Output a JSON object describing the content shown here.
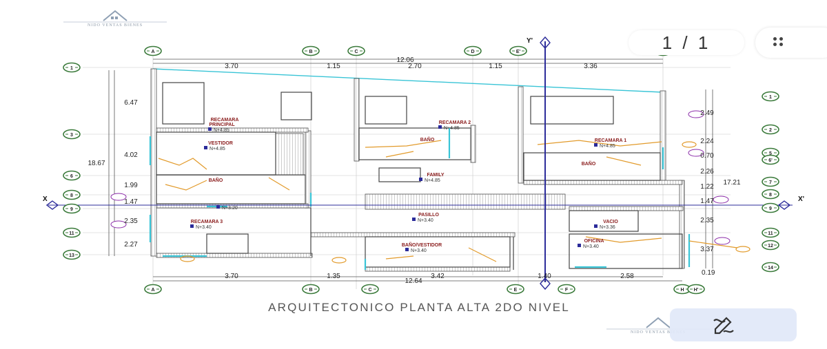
{
  "viewer": {
    "page_indicator": "1 / 1",
    "menu_icon": "more-options-icon",
    "edit_icon": "markup-edit-icon"
  },
  "logo": {
    "text": "NIDO VENTAS BIENES"
  },
  "plan": {
    "title": "ARQUITECTONICO PLANTA ALTA 2DO NIVEL",
    "axis_labels": {
      "y_top": "Y'",
      "x_left": "X",
      "x_right": "X'"
    },
    "top_grid": [
      "A",
      "B",
      "C",
      "D",
      "E'",
      "G"
    ],
    "bottom_grid": [
      "A",
      "B",
      "C",
      "E",
      "F",
      "H",
      "H'"
    ],
    "left_grid": [
      "1",
      "3",
      "6",
      "8",
      "9",
      "11",
      "13"
    ],
    "right_grid": [
      "1",
      "2",
      "5",
      "6'",
      "7",
      "8",
      "9",
      "11",
      "12",
      "14"
    ],
    "top_dims": {
      "overall": "12.06",
      "segments": [
        "3.70",
        "1.15",
        "2.70",
        "1.15",
        "3.36"
      ]
    },
    "bottom_dims": {
      "overall": "12.64",
      "segments": [
        "3.70",
        "1.35",
        "3.42",
        "1.40",
        "2.58"
      ],
      "extra": "0.19"
    },
    "left_dims": {
      "overall": "18.67",
      "segments": [
        "6.47",
        "4.02",
        "1.99",
        "1.47",
        "2.35",
        "2.27"
      ]
    },
    "right_dims": {
      "overall": "17.21",
      "segments": [
        "2.49",
        "2.24",
        "0.70",
        "2.26",
        "1.22",
        "1.47",
        "2.35",
        "3.37"
      ]
    },
    "rooms": [
      {
        "name": "RECAMARA PRINCIPAL",
        "level": "N+4.85"
      },
      {
        "name": "RECAMARA 2",
        "level": "N+4.85"
      },
      {
        "name": "RECAMARA 1",
        "level": "N+4.85"
      },
      {
        "name": "VESTIDOR",
        "level": "N+4.85"
      },
      {
        "name": "BAÑO",
        "level": ""
      },
      {
        "name": "BAÑO",
        "level": ""
      },
      {
        "name": "BAÑO",
        "level": ""
      },
      {
        "name": "FAMILY",
        "level": "N+4.85"
      },
      {
        "name": "",
        "level": "N+3.20"
      },
      {
        "name": "RECAMARA 3",
        "level": "N+3.40"
      },
      {
        "name": "PASILLO",
        "level": "N+3.40"
      },
      {
        "name": "VACIO",
        "level": "N+3.36"
      },
      {
        "name": "BAÑO/VESTIDOR",
        "level": "N+3.40"
      },
      {
        "name": "OFICINA",
        "level": "N+3.40"
      }
    ],
    "colors": {
      "wall": "#4a4a4a",
      "window": "#38c4d6",
      "axis": "#2b2b9a",
      "grid": "#3a7a3a",
      "accent": "#e29a2a",
      "tag": "#8a2aa8"
    }
  }
}
